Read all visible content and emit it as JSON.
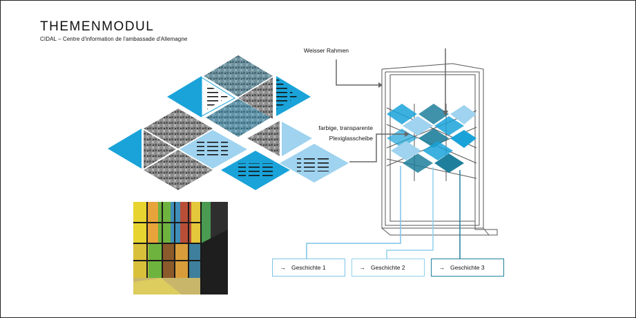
{
  "header": {
    "title": "THEMENMODUL",
    "subtitle": "CIDAL – Centre d'information de l'ambassade d'Allemagne"
  },
  "labels": {
    "frame_label": "Weisser Rahmen",
    "panel_label_line1": "farbige, transparente",
    "panel_label_line2": "Plexiglasscheibe"
  },
  "stories": [
    {
      "label": "Geschichte 1",
      "arrow": "→",
      "color": "#7cc2e8"
    },
    {
      "label": "Geschichte 2",
      "arrow": "→",
      "color": "#8fd0ee"
    },
    {
      "label": "Geschichte 3",
      "arrow": "→",
      "color": "#1e7f9c"
    }
  ],
  "colors": {
    "accent_blue": "#1aa3d9",
    "light_blue": "#9fd3ef",
    "dark_teal": "#1e7f9c",
    "line_gray": "#666666"
  }
}
